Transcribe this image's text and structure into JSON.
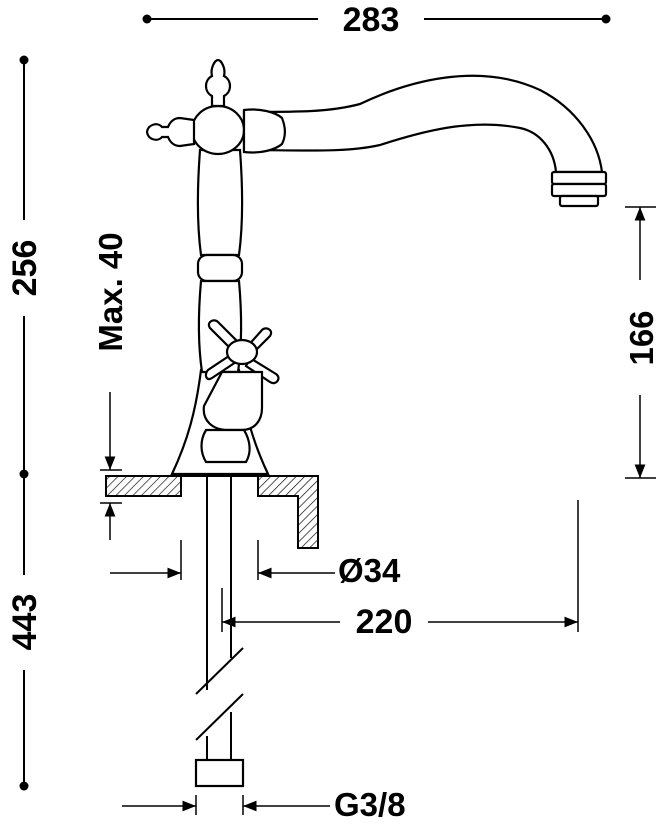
{
  "dimensions": {
    "top_width": "283",
    "upper_height": "256",
    "max_thickness": "Max. 40",
    "spout_height": "166",
    "lower_height": "443",
    "hole_diameter": "Ø34",
    "reach": "220",
    "connection": "G3/8"
  },
  "colors": {
    "line": "#000000",
    "background": "#ffffff"
  }
}
